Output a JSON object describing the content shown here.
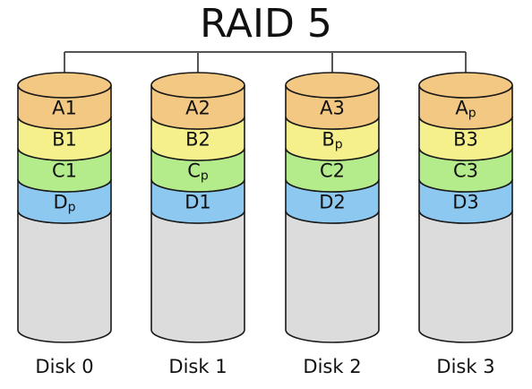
{
  "title": "RAID 5",
  "colors": {
    "A": "#f2c882",
    "B": "#f5f08c",
    "C": "#b4ec8c",
    "D": "#8cc8f0",
    "empty": "#dcdcdc",
    "stroke": "#1a1a1a",
    "bus": "#555555"
  },
  "disks": [
    {
      "label": "Disk 0",
      "blocks": [
        {
          "letter": "A",
          "sub": "1",
          "parity": false
        },
        {
          "letter": "B",
          "sub": "1",
          "parity": false
        },
        {
          "letter": "C",
          "sub": "1",
          "parity": false
        },
        {
          "letter": "D",
          "sub": "p",
          "parity": true
        }
      ]
    },
    {
      "label": "Disk 1",
      "blocks": [
        {
          "letter": "A",
          "sub": "2",
          "parity": false
        },
        {
          "letter": "B",
          "sub": "2",
          "parity": false
        },
        {
          "letter": "C",
          "sub": "p",
          "parity": true
        },
        {
          "letter": "D",
          "sub": "1",
          "parity": false
        }
      ]
    },
    {
      "label": "Disk 2",
      "blocks": [
        {
          "letter": "A",
          "sub": "3",
          "parity": false
        },
        {
          "letter": "B",
          "sub": "p",
          "parity": true
        },
        {
          "letter": "C",
          "sub": "2",
          "parity": false
        },
        {
          "letter": "D",
          "sub": "2",
          "parity": false
        }
      ]
    },
    {
      "label": "Disk 3",
      "blocks": [
        {
          "letter": "A",
          "sub": "p",
          "parity": true
        },
        {
          "letter": "B",
          "sub": "3",
          "parity": false
        },
        {
          "letter": "C",
          "sub": "3",
          "parity": false
        },
        {
          "letter": "D",
          "sub": "3",
          "parity": false
        }
      ]
    }
  ]
}
